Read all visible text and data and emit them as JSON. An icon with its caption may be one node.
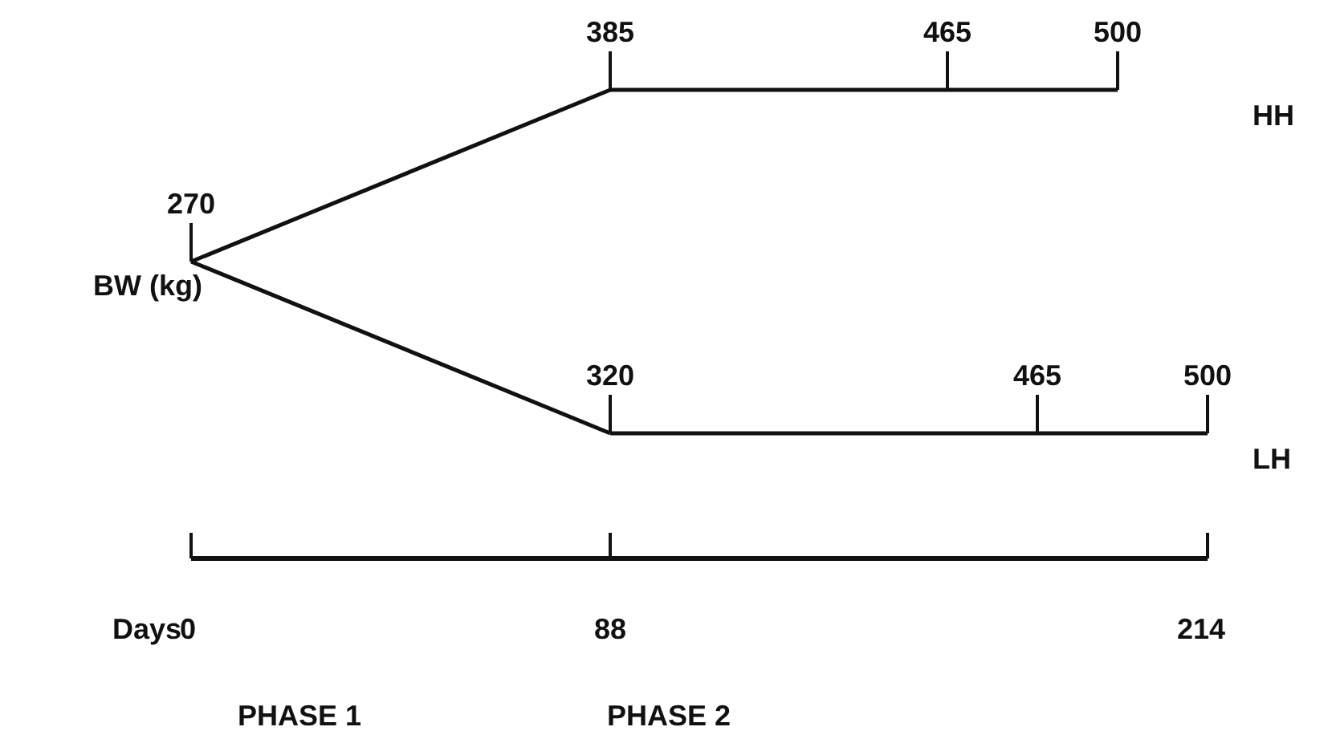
{
  "diagram": {
    "nodes": [
      {
        "text": [
          "270"
        ]
      },
      {
        "text": [
          "385"
        ]
      },
      {
        "text": [
          "465"
        ]
      },
      {
        "text": [
          "500"
        ]
      },
      {
        "text": [
          "320"
        ]
      },
      {
        "text": [
          "465"
        ]
      },
      {
        "text": [
          "500"
        ]
      }
    ],
    "edges": [
      {
        "from": 0,
        "to": 1,
        "arrow": "none"
      },
      {
        "from": 1,
        "to": 2,
        "arrow": "none"
      },
      {
        "from": 2,
        "to": 3,
        "arrow": "none"
      },
      {
        "from": 0,
        "to": 4,
        "arrow": "none"
      },
      {
        "from": 4,
        "to": 5,
        "arrow": "none"
      },
      {
        "from": 5,
        "to": 6,
        "arrow": "none"
      }
    ],
    "labels": [
      "HH",
      "BW (kg)",
      "LH",
      "Days",
      "0",
      "88",
      "214",
      "PHASE 1",
      "PHASE 2"
    ]
  }
}
